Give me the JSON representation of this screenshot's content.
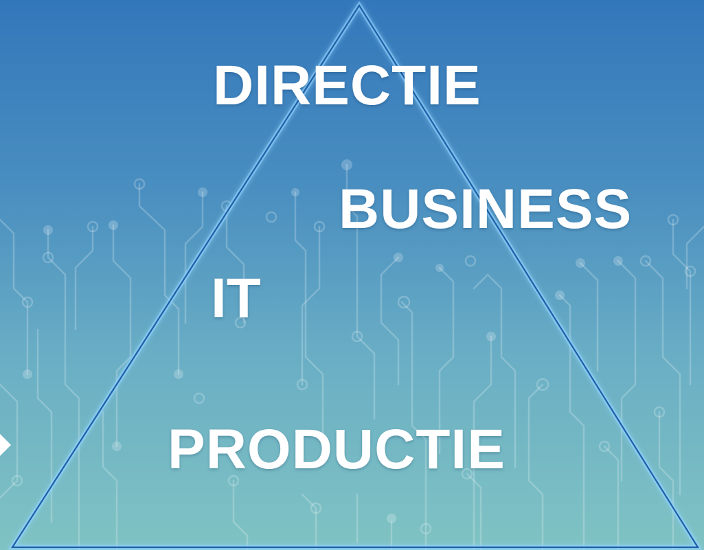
{
  "slide": {
    "labels": {
      "directie": "DIRECTIE",
      "business": "BUSINESS",
      "it": "IT",
      "productie": "PRODUCTIE"
    }
  },
  "colors": {
    "background_top": "#3377bb",
    "background_bottom": "#80c3c3",
    "triangle_stroke": "#1f5fa6",
    "label_text": "#ffffff",
    "circuit": "#ffffff"
  },
  "icons": [
    "circuit-pattern",
    "pyramid-triangle",
    "chevron-right-icon"
  ]
}
